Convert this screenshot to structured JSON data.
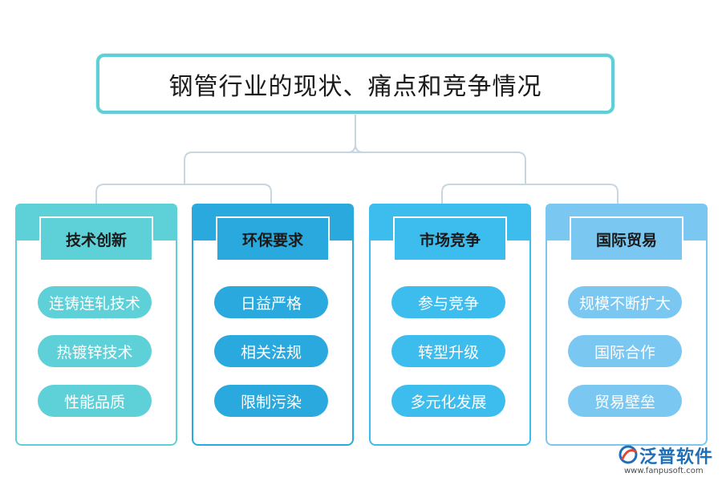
{
  "title": "钢管行业的现状、痛点和竞争情况",
  "colors": {
    "title_border": "#5dcfd6",
    "connector": "#c8d6e0"
  },
  "panels": [
    {
      "header": "技术创新",
      "color": "#5ed0d8",
      "items": [
        "连铸连轧技术",
        "热镀锌技术",
        "性能品质"
      ]
    },
    {
      "header": "环保要求",
      "color": "#29a9dd",
      "items": [
        "日益严格",
        "相关法规",
        "限制污染"
      ]
    },
    {
      "header": "市场竞争",
      "color": "#3dbdee",
      "items": [
        "参与竞争",
        "转型升级",
        "多元化发展"
      ]
    },
    {
      "header": "国际贸易",
      "color": "#7ac7f2",
      "items": [
        "规模不断扩大",
        "国际合作",
        "贸易壁垒"
      ]
    }
  ],
  "watermark": {
    "name": "泛普软件",
    "url": "www.fanpusoft.com",
    "logo_icon": "fanpu-logo-icon"
  }
}
